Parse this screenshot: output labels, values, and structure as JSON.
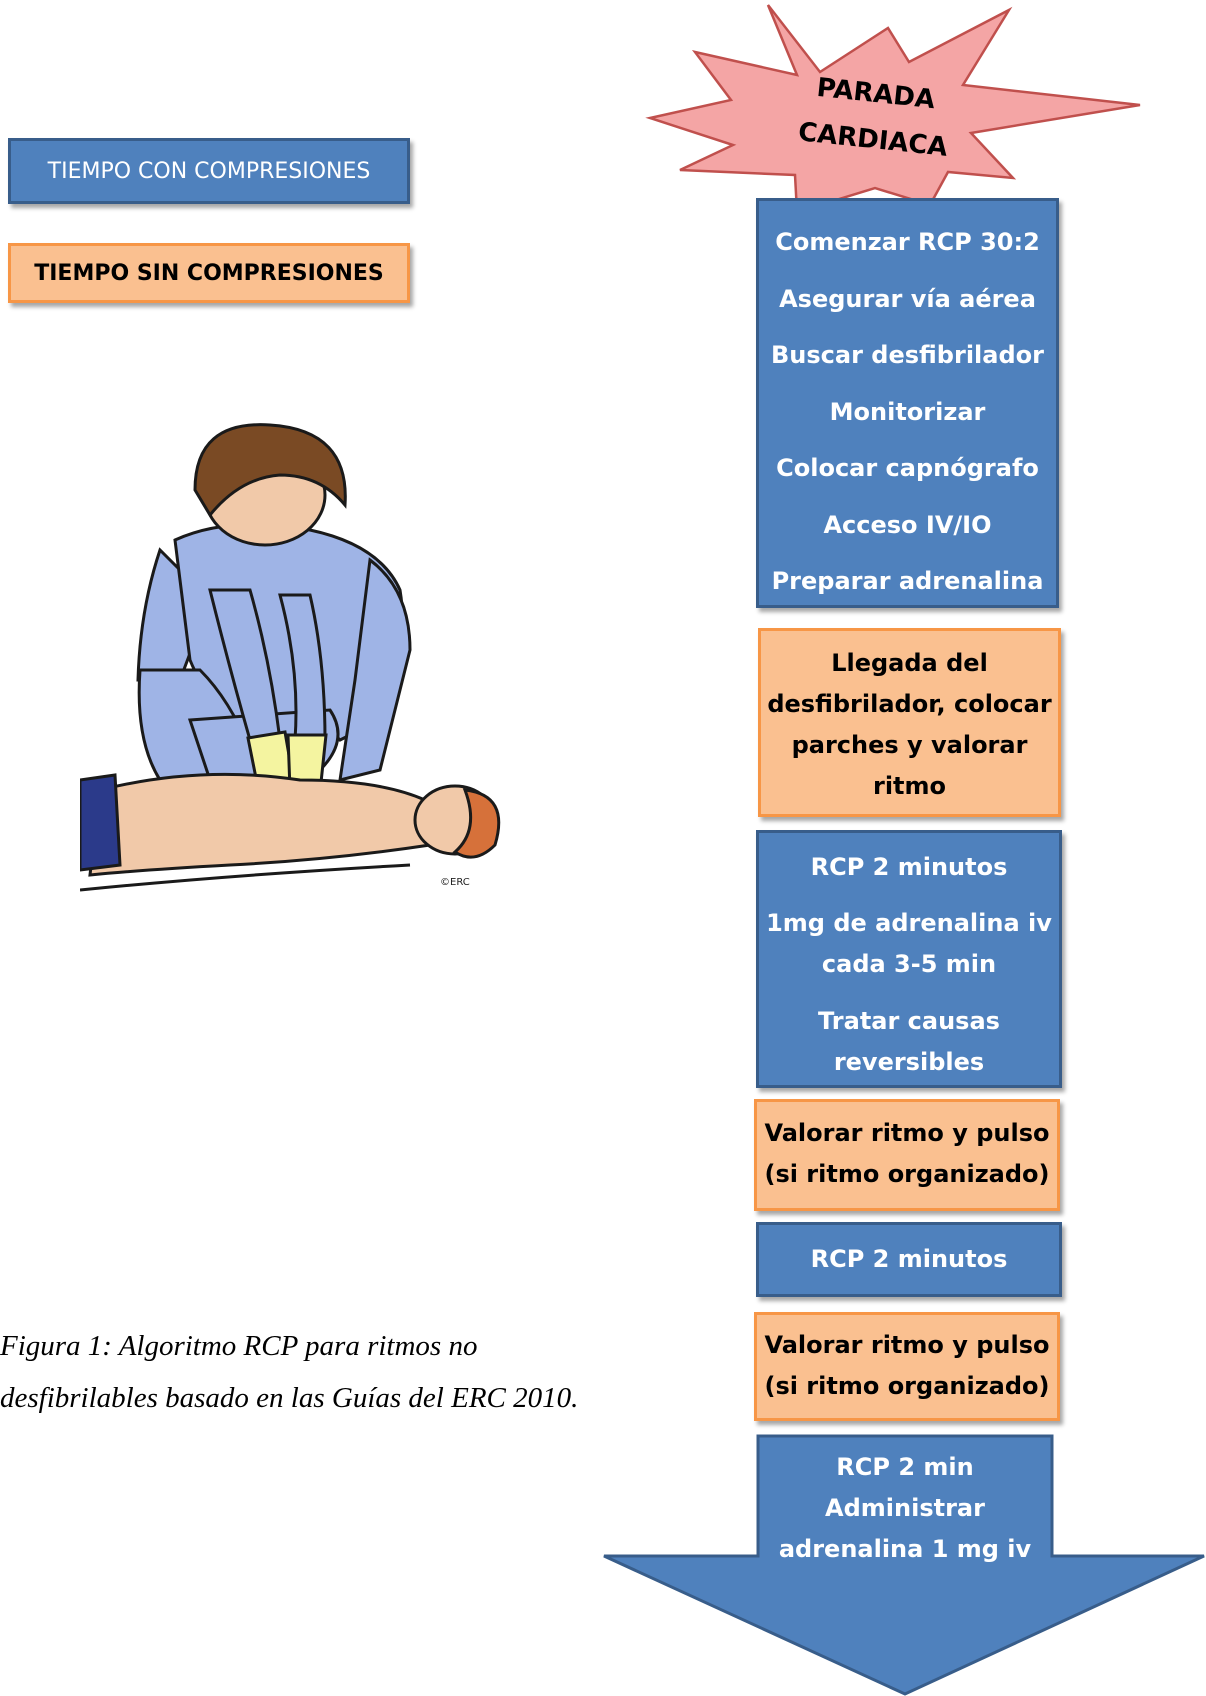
{
  "legend": {
    "with_compressions": "TIEMPO CON COMPRESIONES",
    "without_compressions": "TIEMPO SIN COMPRESIONES"
  },
  "start": {
    "line1": "PARADA",
    "line2": "CARDIACA"
  },
  "steps": {
    "initial": {
      "items": [
        "Comenzar RCP 30:2",
        "Asegurar vía aérea",
        "Buscar desfibrilador",
        "Monitorizar",
        "Colocar capnógrafo",
        "Acceso IV/IO",
        "Preparar adrenalina"
      ]
    },
    "defib_arrival": {
      "lines": [
        "Llegada del",
        "desfibrilador, colocar",
        "parches y valorar",
        "ritmo"
      ]
    },
    "rcp_block": {
      "l1": "RCP 2 minutos",
      "l2": "1mg de adrenalina iv",
      "l3": "cada 3-5 min",
      "l4": "Tratar causas",
      "l5": "reversibles"
    },
    "check1": {
      "l1": "Valorar ritmo y pulso",
      "l2": "(si ritmo organizado)"
    },
    "rcp2": {
      "l1": "RCP 2 minutos"
    },
    "check2": {
      "l1": "Valorar ritmo y pulso",
      "l2": "(si ritmo organizado)"
    },
    "final": {
      "l1": "RCP 2 min",
      "l2": "Administrar",
      "l3": "adrenalina 1 mg iv"
    }
  },
  "illustration": {
    "credit": "©ERC"
  },
  "caption": {
    "line1": "Figura 1: Algoritmo RCP para ritmos no",
    "line2": "desfibrilables basado en las Guías del ERC 2010."
  },
  "colors": {
    "compressions": "#4f81bd",
    "no_compressions": "#fac090",
    "star": "#f4a5a5"
  }
}
